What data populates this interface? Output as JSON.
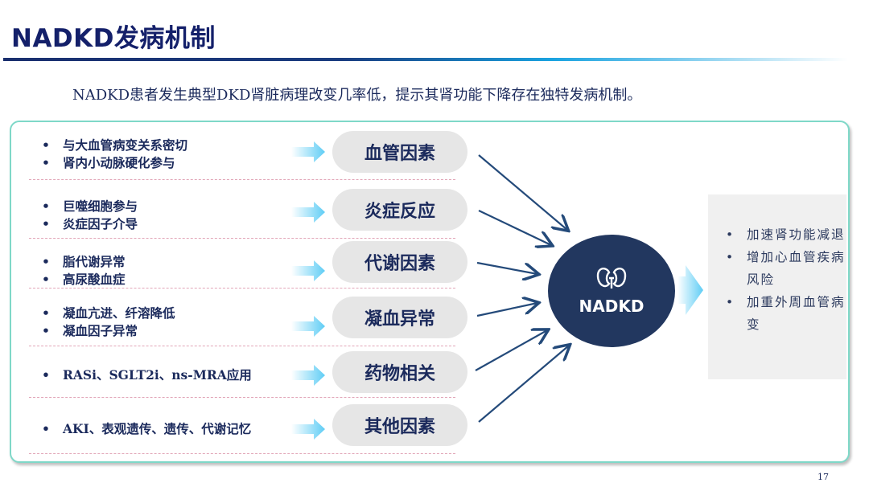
{
  "header": {
    "title": "NADKD发病机制",
    "subtitle": "NADKD患者发生典型DKD肾脏病理改变几率低，提示其肾功能下降存在独特发病机制。"
  },
  "factors": [
    {
      "label": "血管因素",
      "bullets": [
        "与大血管病变关系密切",
        "肾内小动脉硬化参与"
      ]
    },
    {
      "label": "炎症反应",
      "bullets": [
        "巨噬细胞参与",
        "炎症因子介导"
      ]
    },
    {
      "label": "代谢因素",
      "bullets": [
        "脂代谢异常",
        "高尿酸血症"
      ]
    },
    {
      "label": "凝血异常",
      "bullets": [
        "凝血亢进、纤溶降低",
        "凝血因子异常"
      ]
    },
    {
      "label": "药物相关",
      "bullets": [
        "RASi、SGLT2i、ns-MRA应用"
      ]
    },
    {
      "label": "其他因素",
      "bullets": [
        "AKI、表观遗传、遗传、代谢记忆"
      ]
    }
  ],
  "hub": {
    "label": "NADKD",
    "icon": "kidney-icon"
  },
  "outcomes": [
    "加速肾功能减退",
    "增加心血管疾病风险",
    "加重外周血管病变"
  ],
  "colors": {
    "title": "#14206a",
    "hub": "#22375f",
    "panel_border": "#7fd8c8",
    "arrow": "#6cd0f5",
    "connector": "#244a7a"
  },
  "page_number": "17"
}
